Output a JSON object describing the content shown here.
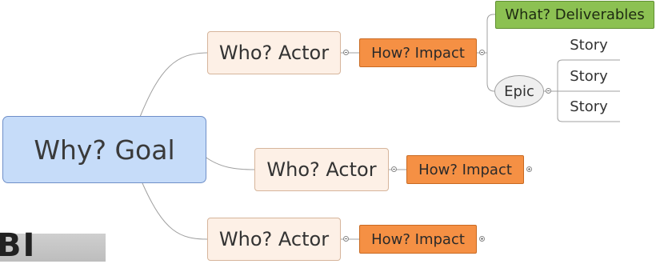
{
  "colors": {
    "goal_fill": "#c6dcf9",
    "actor_fill": "#fdf0e6",
    "impact_fill": "#f59044",
    "deliverables_fill": "#8cc152",
    "epic_fill": "#efefef",
    "connector": "#a0a0a0"
  },
  "goal": {
    "label": "Why? Goal"
  },
  "branches": [
    {
      "actor": "Who? Actor",
      "impact": "How? Impact",
      "deliverables": "What? Deliverables",
      "epic": "Epic",
      "stories": [
        "Story",
        "Story",
        "Story"
      ]
    },
    {
      "actor": "Who? Actor",
      "impact": "How? Impact"
    },
    {
      "actor": "Who? Actor",
      "impact": "How? Impact"
    }
  ],
  "photo_fragment": {
    "text": "BI"
  }
}
